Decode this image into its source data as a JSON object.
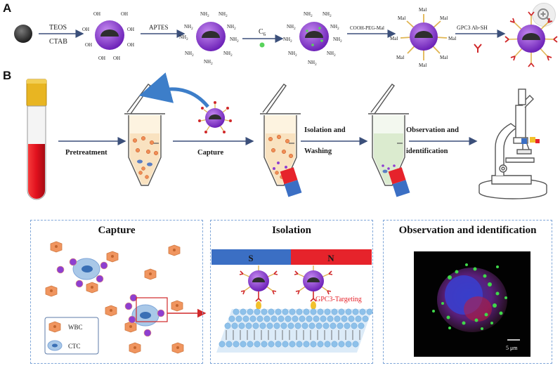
{
  "panel_labels": {
    "a": "A",
    "b": "B"
  },
  "synthesis": {
    "reagents": [
      "TEOS",
      "CTAB",
      "APTES",
      "C",
      "COOH-PEG-Mal",
      "GPC3 Ab-SH"
    ],
    "c6_subscript": "6",
    "surface_groups": [
      "OH",
      "NH",
      "Mal"
    ],
    "nh_subscript": "2"
  },
  "workflow": {
    "steps": [
      "Pretreatment",
      "Capture",
      "Isolation and",
      "Washing",
      "Observation and",
      "identification"
    ]
  },
  "panels": {
    "capture": {
      "title": "Capture",
      "legend": [
        "WBC",
        "CTC"
      ]
    },
    "isolation": {
      "title": "Isolation",
      "magnet_s": "S",
      "magnet_n": "N",
      "targeting_label": "GPC3-Targeting"
    },
    "observation": {
      "title": "Observation and identification",
      "scale_bar": "5 μm"
    }
  },
  "colors": {
    "particle": "#8e3fd0",
    "core": "#3a3a3a",
    "antibody": "#d0282a",
    "tube_blood": "#e0101d",
    "tube_cap": "#e8b522",
    "magnet_s": "#3b6fc4",
    "magnet_n": "#e6232b",
    "panel_border": "#7fa6d8",
    "wbc": "#f0955f",
    "ctc": "#a9c8e8"
  },
  "icons": [
    "zoom-in-icon",
    "magnet-icon",
    "microscope-icon",
    "pipette-icon",
    "antibody-icon"
  ]
}
